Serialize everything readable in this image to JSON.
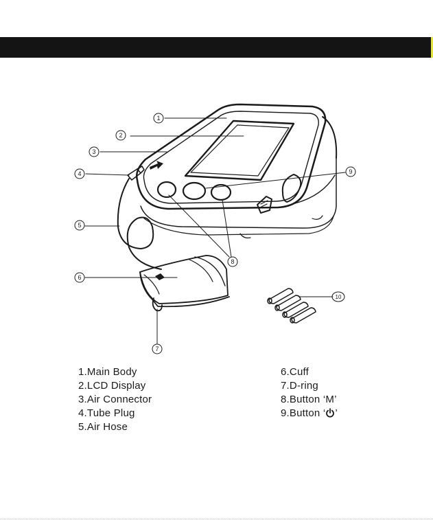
{
  "callouts": {
    "n1": "1",
    "n2": "2",
    "n3": "3",
    "n4": "4",
    "n5": "5",
    "n6": "6",
    "n7": "7",
    "n8": "8",
    "n9": "9",
    "n10": "10"
  },
  "legend": {
    "left": [
      "1.Main Body",
      "2.LCD Display",
      "3.Air Connector",
      "4.Tube Plug",
      "5.Air Hose"
    ],
    "right": [
      "6.Cuff",
      "7.D-ring",
      "8.Button ‘M’"
    ],
    "power_prefix": "9.Button ‘",
    "power_icon": "power-icon",
    "power_suffix": "’"
  },
  "colors": {
    "header": "#141414",
    "accent": "#e8e23a",
    "ink": "#1a1a1a"
  }
}
